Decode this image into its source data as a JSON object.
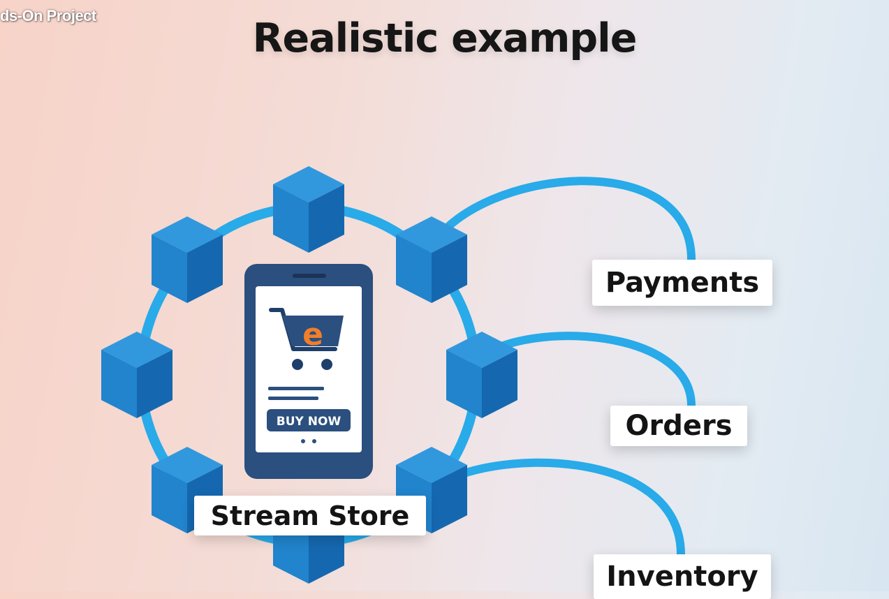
{
  "overlay": {
    "text": "ds-On Project"
  },
  "slide": {
    "title": "Realistic example"
  },
  "diagram": {
    "central_node": "Stream Store",
    "phone": {
      "logo_letter": "e",
      "button_label": "BUY NOW"
    },
    "services": [
      "Payments",
      "Orders",
      "Inventory"
    ]
  },
  "colors": {
    "ring": "#29aae9",
    "cube_top": "#3298dd",
    "cube_left": "#2184cc",
    "cube_right": "#1568b0",
    "phone_body": "#2b4f7e",
    "phone_screen": "#ffffff",
    "logo": "#f07e2a"
  }
}
